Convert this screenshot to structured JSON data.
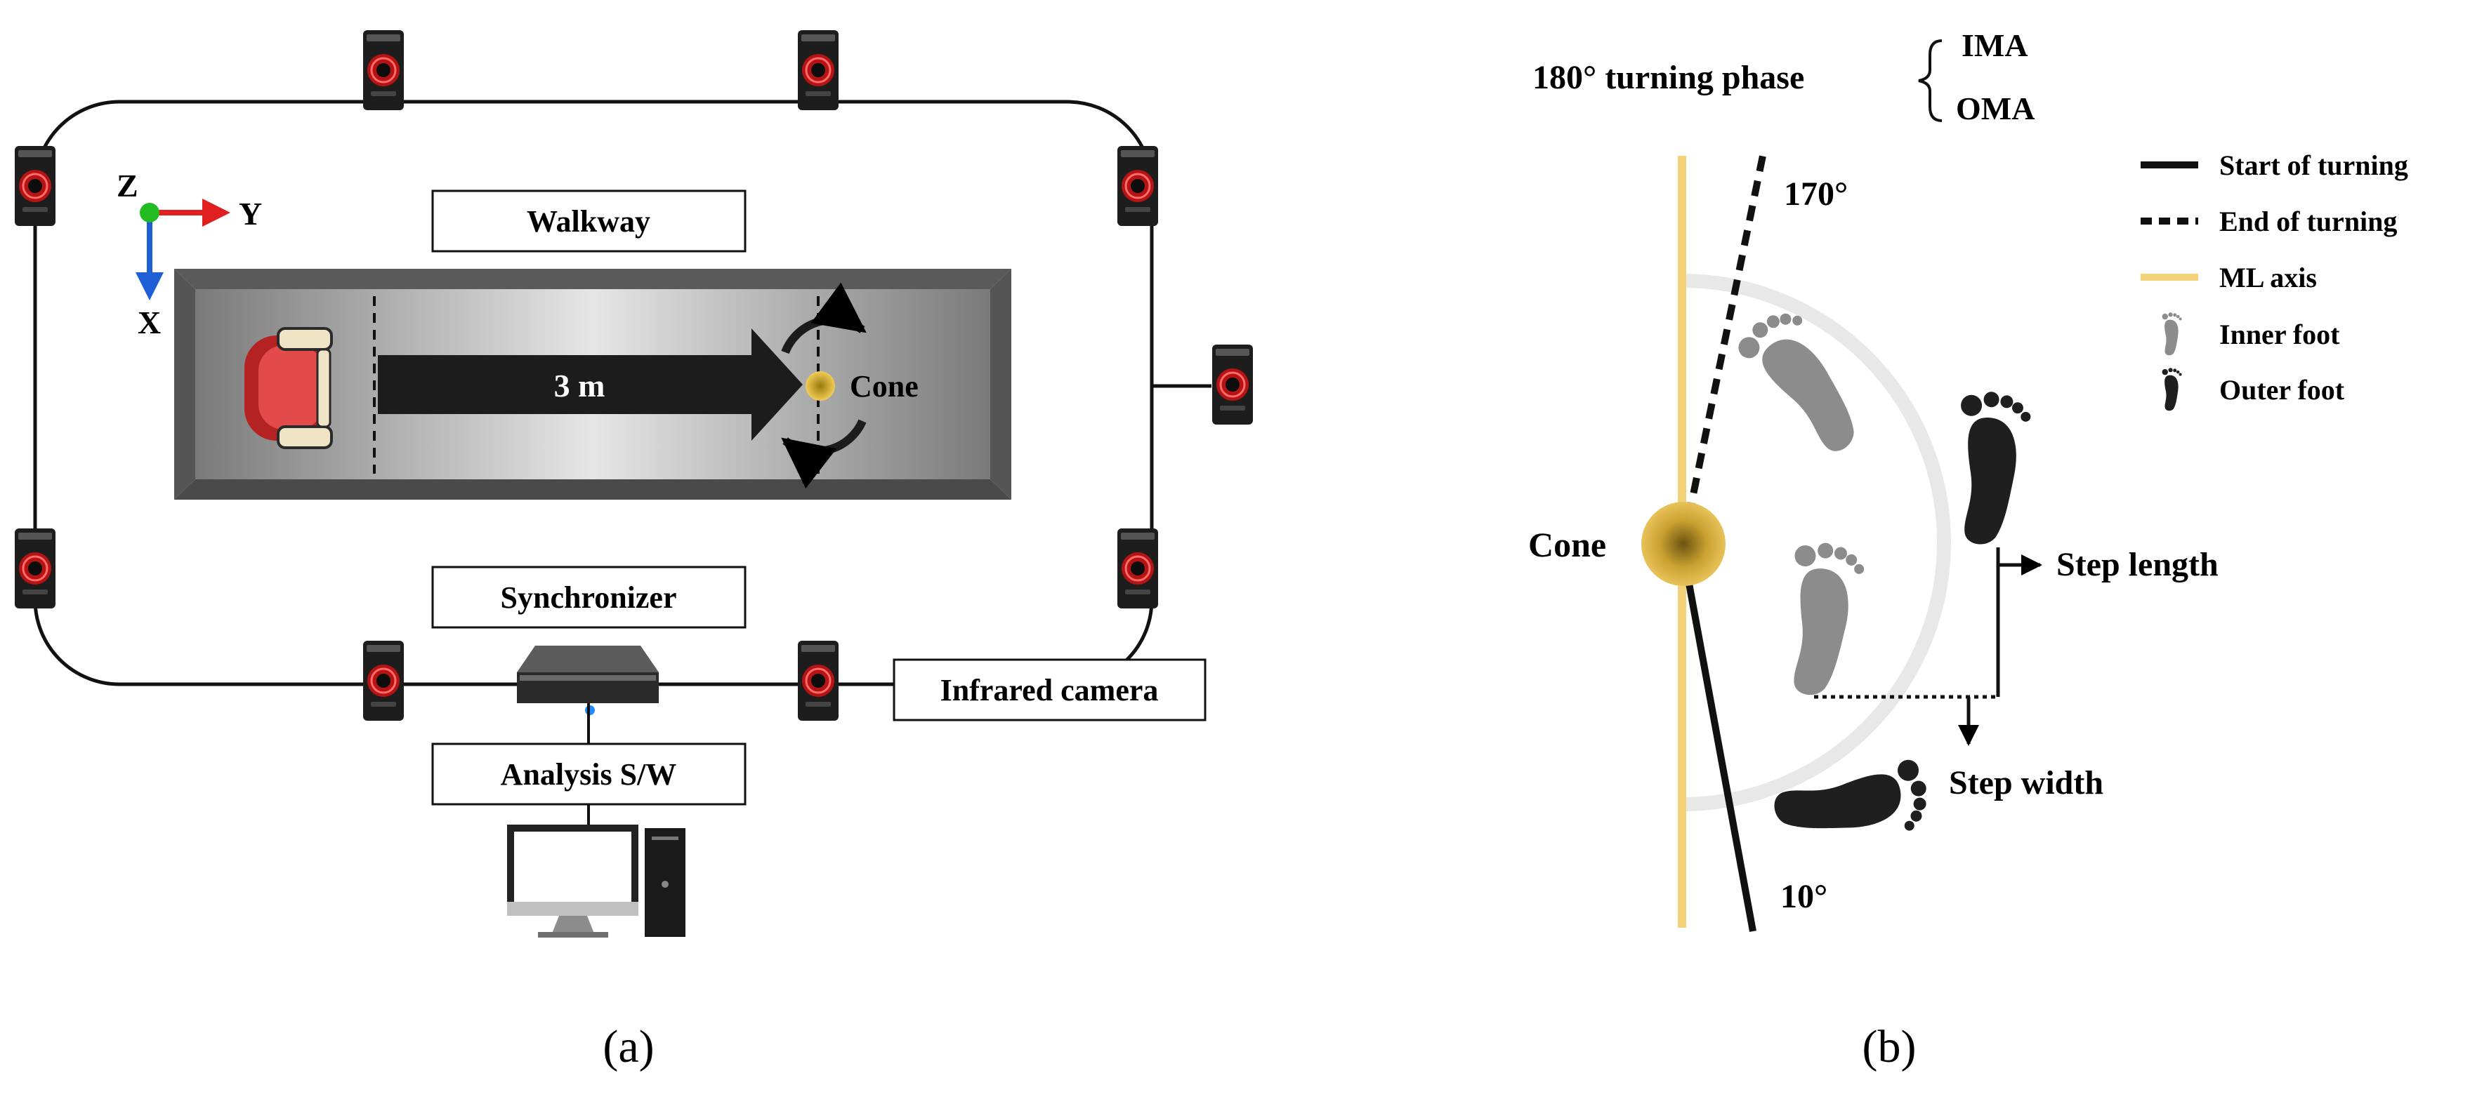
{
  "panel_a": {
    "caption": "(a)",
    "axes": {
      "z": "Z",
      "y": "Y",
      "x": "X"
    },
    "walkway_label": "Walkway",
    "distance_label": "3 m",
    "cone_label": "Cone",
    "synchronizer_label": "Synchronizer",
    "camera_label": "Infrared camera",
    "software_label": "Analysis S/W"
  },
  "panel_b": {
    "caption": "(b)",
    "phase_label": "180° turning phase",
    "phase_items": [
      "IMA",
      "OMA"
    ],
    "angle_start": "170°",
    "angle_end": "10°",
    "cone_label": "Cone",
    "step_length_label": "Step length",
    "step_width_label": "Step width",
    "legend": [
      {
        "label": "Start of turning",
        "style": "solid"
      },
      {
        "label": "End of turning",
        "style": "dashed"
      },
      {
        "label": "ML axis",
        "style": "yellow"
      },
      {
        "label": "Inner foot",
        "style": "gray-foot"
      },
      {
        "label": "Outer foot",
        "style": "black-foot"
      }
    ]
  },
  "colors": {
    "axis_y": "#e02020",
    "axis_z": "#22bb22",
    "axis_x": "#1f5fd6",
    "ml_axis": "#f4d27a",
    "cone": "#d9a520",
    "camera": "#c01818",
    "inner_foot": "#8c8c8c",
    "outer_foot": "#1f1f1f"
  }
}
